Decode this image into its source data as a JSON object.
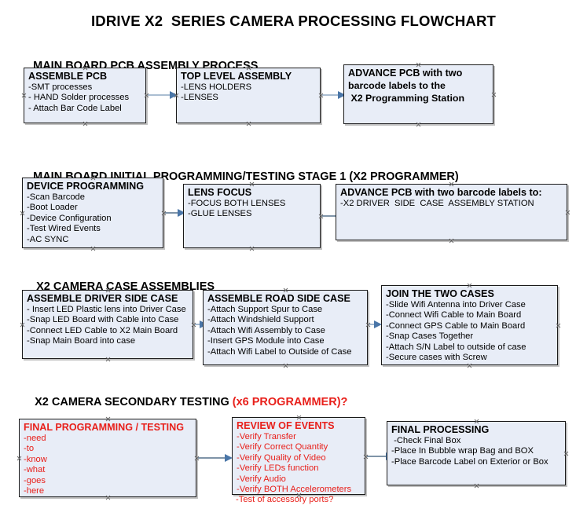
{
  "document": {
    "title": "IDRIVE X2  SERIES CAMERA PROCESSING FLOWCHART"
  },
  "colors": {
    "box_fill": "#e8edf7",
    "box_border": "#1a1a1a",
    "text": "#000000",
    "accent_red": "#e8201b",
    "connector": "#8fa8c4",
    "arrowhead": "#4a76a8"
  },
  "sections": [
    {
      "id": "main-board-pcb-assembly",
      "heading": "MAIN BOARD PCB ASSEMBLY PROCESS",
      "heading_accent": "",
      "nodes": [
        {
          "id": "assemble-pcb",
          "title": "ASSEMBLE PCB",
          "lines": [
            "-SMT processes",
            "- HAND Solder processes",
            "- Attach Bar Code Label"
          ],
          "style": "normal"
        },
        {
          "id": "top-level-assembly",
          "title": "TOP LEVEL ASSEMBLY",
          "lines": [
            "-LENS HOLDERS",
            "-LENSES"
          ],
          "style": "normal"
        },
        {
          "id": "advance-pcb-to-programming-station",
          "title": "ADVANCE PCB with two",
          "lines": [
            "barcode labels to the",
            " X2 Programming Station"
          ],
          "style": "allbold"
        }
      ]
    },
    {
      "id": "main-board-initial-programming",
      "heading": "MAIN BOARD INITIAL PROGRAMMING/TESTING STAGE 1 (X2 PROGRAMMER)",
      "heading_accent": "",
      "nodes": [
        {
          "id": "device-programming",
          "title": "DEVICE PROGRAMMING",
          "lines": [
            "-Scan Barcode",
            "-Boot Loader",
            "-Device Configuration",
            "-Test Wired Events",
            "-AC SYNC"
          ],
          "style": "normal"
        },
        {
          "id": "lens-focus",
          "title": "LENS FOCUS",
          "lines": [
            "-FOCUS BOTH LENSES",
            "-GLUE LENSES"
          ],
          "style": "normal"
        },
        {
          "id": "advance-pcb-to-driver-side-case",
          "title": "ADVANCE PCB with two barcode labels to:",
          "lines": [
            "-X2 DRIVER  SIDE  CASE  ASSEMBLY STATION"
          ],
          "style": "normal"
        }
      ]
    },
    {
      "id": "x2-camera-case-assemblies",
      "heading": "X2 CAMERA CASE ASSEMBLIES",
      "heading_accent": "",
      "nodes": [
        {
          "id": "assemble-driver-side-case",
          "title": "ASSEMBLE DRIVER SIDE CASE",
          "lines": [
            "- Insert LED Plastic lens into Driver Case",
            "-Snap LED Board with Cable into Case",
            "-Connect LED Cable to X2 Main Board",
            "-Snap Main Board into case"
          ],
          "style": "normal"
        },
        {
          "id": "assemble-road-side-case",
          "title": "ASSEMBLE ROAD SIDE CASE",
          "lines": [
            "-Attach Support Spur to Case",
            "-Attach Windshield Support",
            "-Attach Wifi Assembly to Case",
            "-Insert GPS Module into Case",
            "-Attach Wifi Label to Outside of Case"
          ],
          "style": "normal"
        },
        {
          "id": "join-the-two-cases",
          "title": "JOIN THE TWO CASES",
          "lines": [
            "-Slide Wifi Antenna into Driver Case",
            "-Connect Wifi Cable to Main Board",
            "-Connect GPS Cable to Main Board",
            "-Snap Cases Together",
            "-Attach S/N Label to outside of case",
            "-Secure cases with Screw"
          ],
          "style": "normal"
        }
      ]
    },
    {
      "id": "x2-camera-secondary-testing",
      "heading": "X2 CAMERA SECONDARY TESTING ",
      "heading_accent": "(x6 PROGRAMMER)?",
      "nodes": [
        {
          "id": "final-programming-testing",
          "title": "FINAL PROGRAMMING / TESTING",
          "lines": [
            "-need",
            "-to",
            "-know",
            "-what",
            "-goes",
            "-here"
          ],
          "style": "red"
        },
        {
          "id": "review-of-events",
          "title": "REVIEW OF EVENTS",
          "lines": [
            "-Verify Transfer",
            "-Verify Correct Quantity",
            "-Verify Quality of Video",
            "-Verify LEDs function",
            "-Verify Audio",
            "-Verify BOTH Accelerometers"
          ],
          "overflow_line": "-Test of accessory ports?",
          "style": "red"
        },
        {
          "id": "final-processing",
          "title": "FINAL PROCESSING",
          "lines": [
            " -Check Final Box",
            "-Place In Bubble wrap Bag and BOX",
            "-Place Barcode Label on Exterior or Box"
          ],
          "style": "normal"
        }
      ]
    }
  ]
}
